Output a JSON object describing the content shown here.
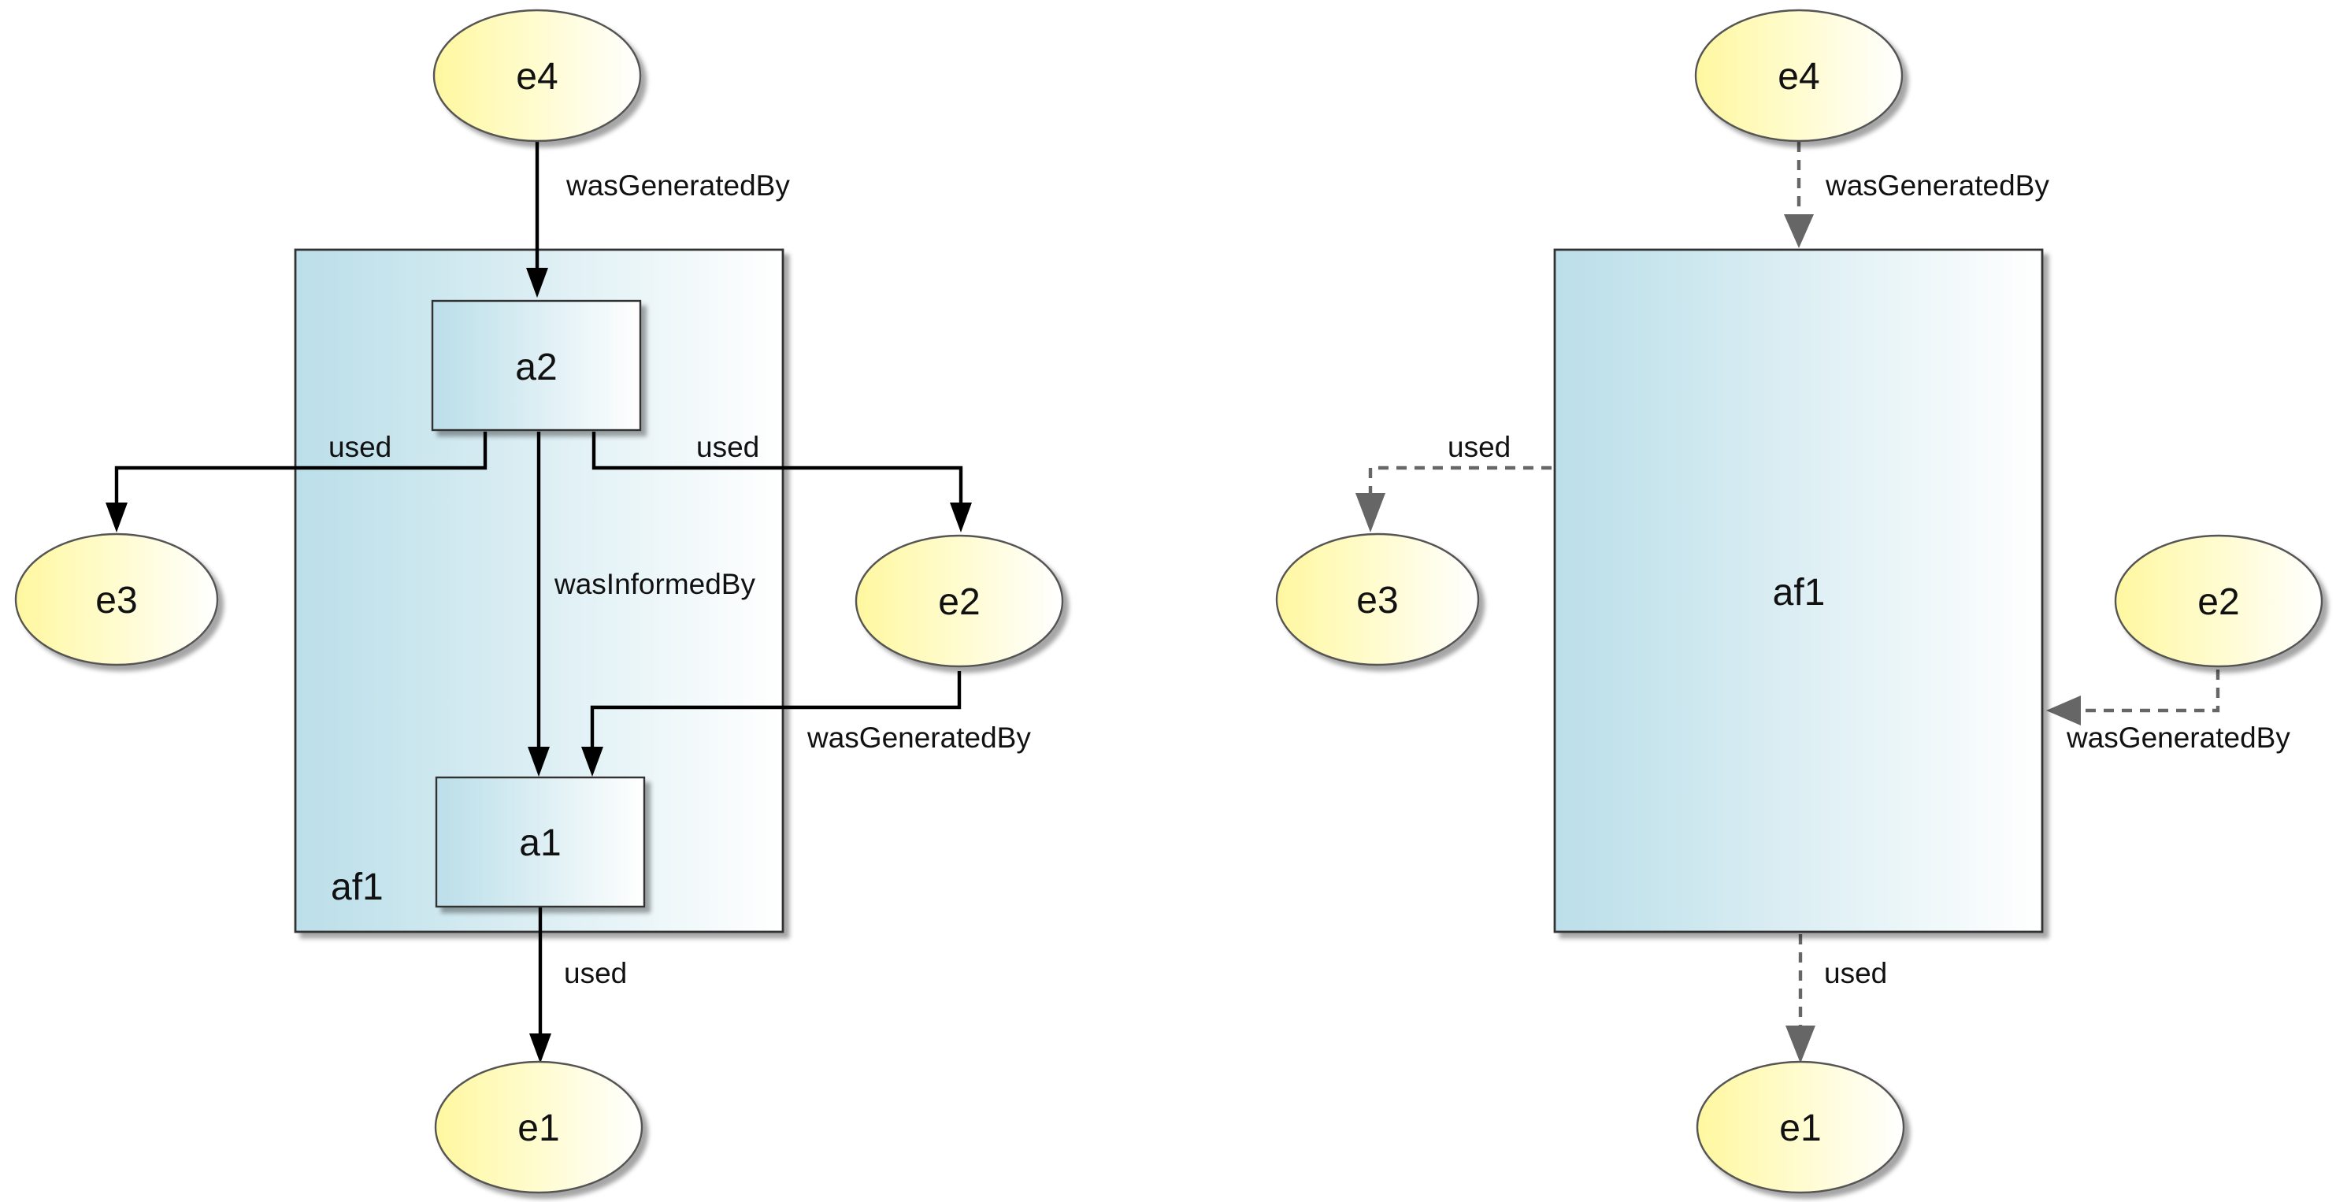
{
  "colors": {
    "activity_left": "#bcdfe9",
    "activity_right": "#ffffff",
    "entity_left": "#fff79f",
    "entity_right": "#ffffff",
    "solid_edge": "#000000",
    "dashed_edge": "#666666"
  },
  "left_diagram": {
    "nodes": {
      "e4": "e4",
      "e3": "e3",
      "e2": "e2",
      "e1": "e1",
      "a2": "a2",
      "a1": "a1",
      "af1": "af1"
    },
    "edges": {
      "a2_to_e4": "wasGeneratedBy",
      "a2_to_e3": "used",
      "a2_to_e2": "used",
      "a1_to_a2": "wasInformedBy",
      "e2_to_a1": "wasGeneratedBy",
      "a1_to_e1": "used"
    }
  },
  "right_diagram": {
    "nodes": {
      "e4": "e4",
      "e3": "e3",
      "e2": "e2",
      "e1": "e1",
      "af1": "af1"
    },
    "edges": {
      "af1_to_e4": "wasGeneratedBy",
      "af1_to_e3": "used",
      "e2_to_af1": "wasGeneratedBy",
      "af1_to_e1": "used"
    }
  }
}
